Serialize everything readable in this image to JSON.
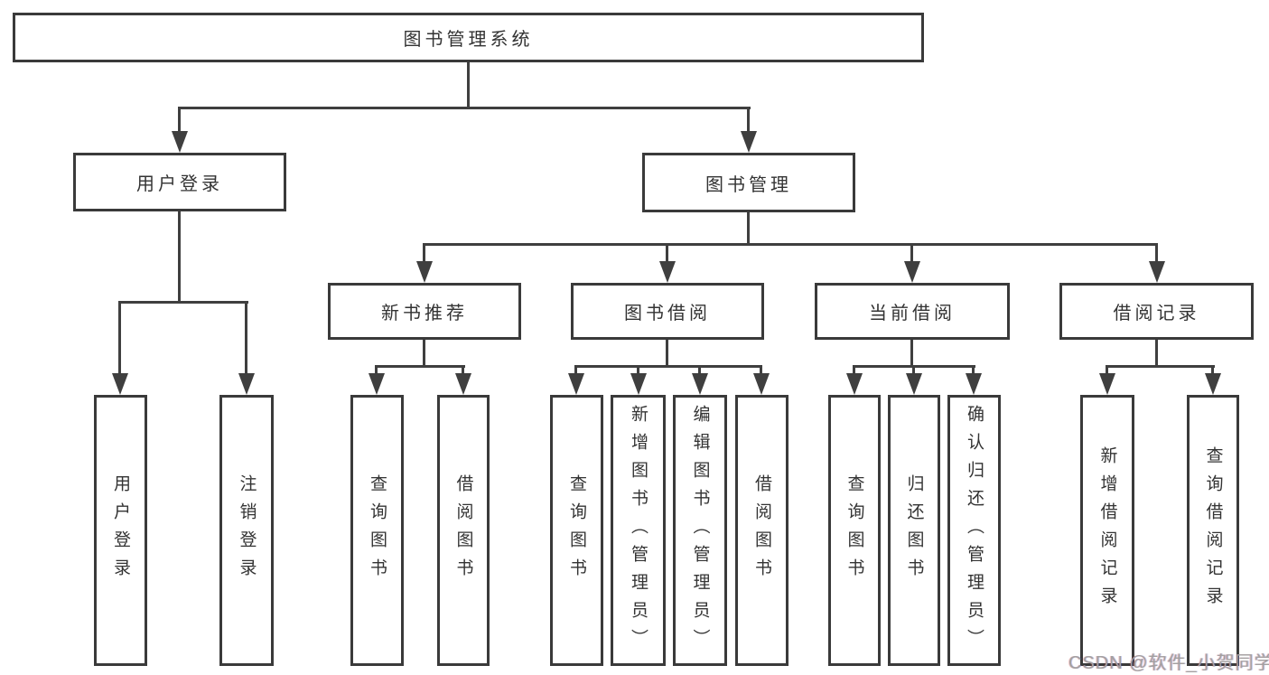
{
  "diagram_title": "图书管理系统",
  "labels": {
    "root": "图书管理系统",
    "user_login": "用户登录",
    "book_mgmt": "图书管理",
    "new_books": "新书推荐",
    "book_borrow": "图书借阅",
    "current_borrow": "当前借阅",
    "borrow_records": "借阅记录",
    "leaf_user_login": "用户登录",
    "leaf_logout": "注销登录",
    "leaf_nb_query": "查询图书",
    "leaf_nb_borrow": "借阅图书",
    "leaf_bb_query": "查询图书",
    "leaf_bb_add": "新增图书（管理员）",
    "leaf_bb_edit": "编辑图书（管理员）",
    "leaf_bb_borrow": "借阅图书",
    "leaf_cb_query": "查询图书",
    "leaf_cb_return": "归还图书",
    "leaf_cb_confirm": "确认归还（管理员）",
    "leaf_br_add": "新增借阅记录",
    "leaf_br_query": "查询借阅记录"
  },
  "hierarchy": {
    "label": "图书管理系统",
    "children": [
      {
        "label": "用户登录",
        "children": [
          {
            "label": "用户登录"
          },
          {
            "label": "注销登录"
          }
        ]
      },
      {
        "label": "图书管理",
        "children": [
          {
            "label": "新书推荐",
            "children": [
              {
                "label": "查询图书"
              },
              {
                "label": "借阅图书"
              }
            ]
          },
          {
            "label": "图书借阅",
            "children": [
              {
                "label": "查询图书"
              },
              {
                "label": "新增图书（管理员）"
              },
              {
                "label": "编辑图书（管理员）"
              },
              {
                "label": "借阅图书"
              }
            ]
          },
          {
            "label": "当前借阅",
            "children": [
              {
                "label": "查询图书"
              },
              {
                "label": "归还图书"
              },
              {
                "label": "确认归还（管理员）"
              }
            ]
          },
          {
            "label": "借阅记录",
            "children": [
              {
                "label": "新增借阅记录"
              },
              {
                "label": "查询借阅记录"
              }
            ]
          }
        ]
      }
    ]
  },
  "watermark": "CSDN @软件_小贺同学",
  "colors": {
    "line": "#3f3f3f",
    "box_border": "#3a3a3a",
    "box_fill": "#ffffff",
    "text": "#333333",
    "watermark": "#a3a0a0",
    "background": "#ffffff"
  }
}
